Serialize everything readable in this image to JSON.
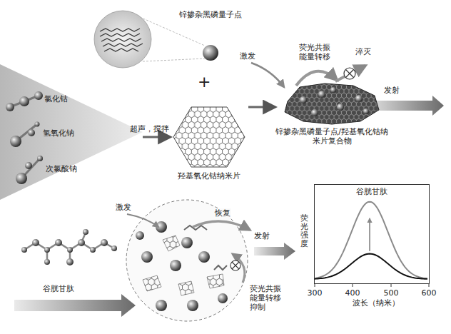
{
  "diagram": {
    "nodes": [
      {
        "text": [
          "氯化钴",
          "氢氧化钠",
          "次氯酸钠"
        ]
      },
      {
        "text": [
          "锌掺杂黑磷量子点"
        ]
      },
      {
        "text": [
          "羟基氧化钴纳米片"
        ]
      },
      {
        "text": [
          "锌掺杂黑磷量子点/羟基氧化钴纳米片复合物"
        ]
      },
      {
        "text": [
          "谷胱甘肽"
        ]
      }
    ],
    "edges": [
      {
        "from": 0,
        "to": 2,
        "label": "超声，搅拌",
        "arrow": "to"
      },
      {
        "from": 2,
        "to": 3,
        "arrow": "to"
      }
    ],
    "labels": [
      "+",
      "激发",
      "荧光共振能量转移",
      "淬灭",
      "发射",
      "谷胱甘肽",
      "激发",
      "恢复",
      "发射",
      "荧光共振能量转移抑制",
      "荧光强度",
      "波长（纳米）",
      "300",
      "400",
      "500",
      "600"
    ]
  }
}
